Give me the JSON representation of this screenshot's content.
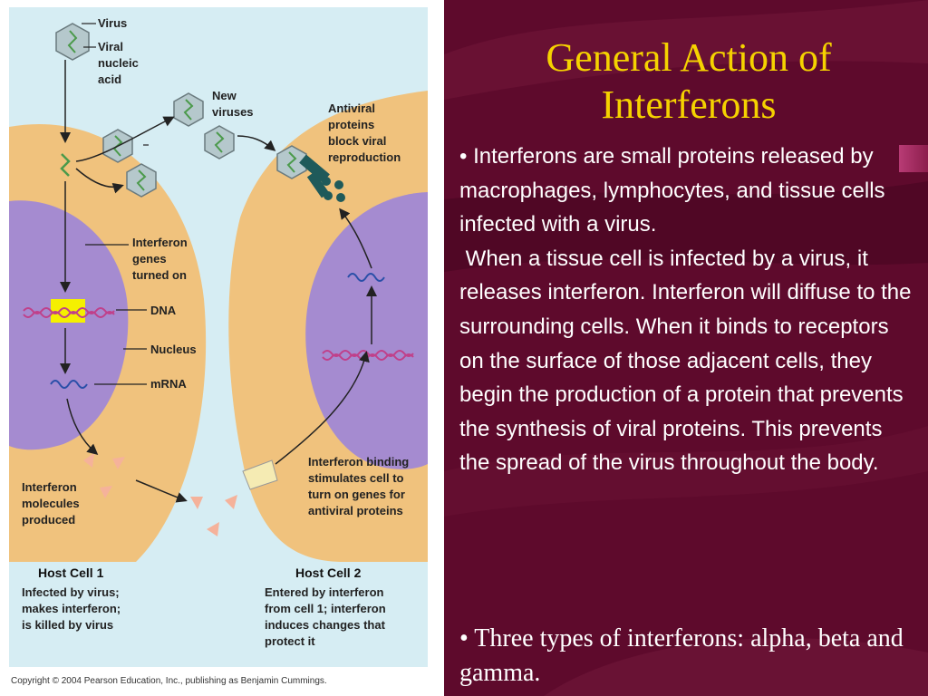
{
  "slide": {
    "title_line1": "General Action of",
    "title_line2": "Interferons",
    "paragraph1": "• Interferons are small proteins released by macrophages, lymphocytes, and tissue cells infected with a virus.",
    "paragraph2": " When a tissue cell is infected by a virus, it releases interferon. Interferon will diffuse to the surrounding cells. When it binds to receptors on the surface of those adjacent cells, they begin the production of a protein that prevents the synthesis of viral proteins. This prevents the spread of the virus throughout the body.",
    "paragraph3": "• Three types of interferons: alpha, beta and gamma."
  },
  "diagram": {
    "labels": {
      "virus": "Virus",
      "viral_nucleic_acid": [
        "Viral",
        "nucleic",
        "acid"
      ],
      "new_viruses": [
        "New",
        "viruses"
      ],
      "antiviral_proteins": [
        "Antiviral",
        "proteins",
        "block viral",
        "reproduction"
      ],
      "interferon_genes": [
        "Interferon",
        "genes",
        "turned on"
      ],
      "dna": "DNA",
      "nucleus": "Nucleus",
      "mrna": "mRNA",
      "interferon_binding": [
        "Interferon binding",
        "stimulates cell to",
        "turn on genes for",
        "antiviral proteins"
      ],
      "interferon_molecules": [
        "Interferon",
        "molecules",
        "produced"
      ]
    },
    "host_cell_1": {
      "title": "Host Cell 1",
      "description": [
        "Infected by virus;",
        "makes interferon;",
        "is killed by virus"
      ]
    },
    "host_cell_2": {
      "title": "Host Cell 2",
      "description": [
        "Entered by interferon",
        "from cell 1; interferon",
        "induces changes that",
        "protect it"
      ]
    },
    "copyright": "Copyright © 2004 Pearson Education, Inc., publishing as Benjamin Cummings."
  },
  "colors": {
    "background": "#5e0a2c",
    "title": "#f5d200",
    "body_text": "#ffffff",
    "diagram_bg": "#d6edf3",
    "cell": "#f0c27d",
    "nucleus": "#a58bd0"
  }
}
